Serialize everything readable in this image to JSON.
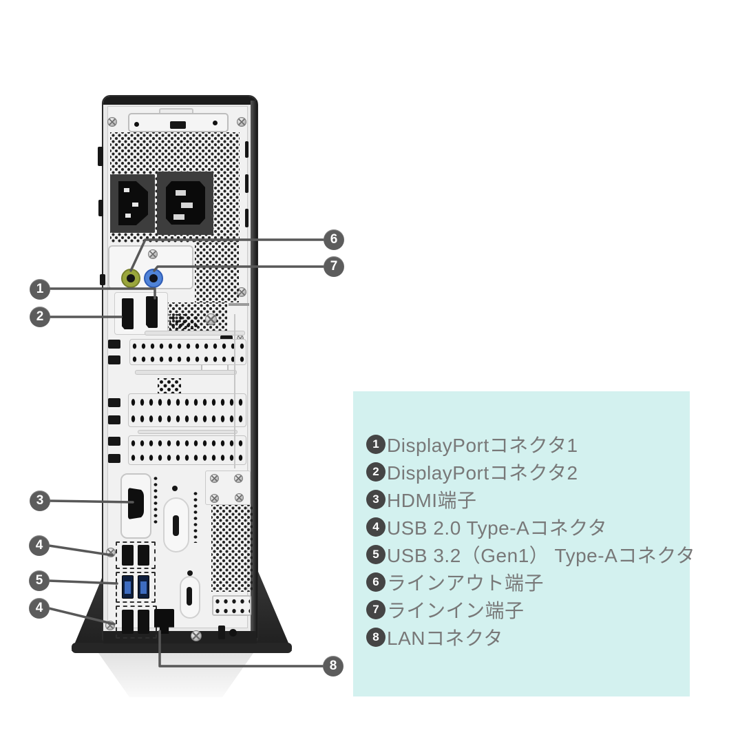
{
  "diagram": {
    "callouts": [
      {
        "num": "1"
      },
      {
        "num": "2"
      },
      {
        "num": "3"
      },
      {
        "num": "4"
      },
      {
        "num": "5"
      },
      {
        "num": "4"
      },
      {
        "num": "6"
      },
      {
        "num": "7"
      },
      {
        "num": "8"
      }
    ],
    "colors": {
      "callout_circle": "#5c5c5c",
      "leader_line": "#585858",
      "line_out_jack": "#9aa63c",
      "line_in_jack": "#4f83d8",
      "usb3_tongue": "#3e6cc0",
      "legend_bg": "#d3f1ef"
    }
  },
  "legend": {
    "items": [
      {
        "num": "1",
        "label": "DisplayPortコネクタ1"
      },
      {
        "num": "2",
        "label": "DisplayPortコネクタ2"
      },
      {
        "num": "3",
        "label": "HDMI端子"
      },
      {
        "num": "4",
        "label": "USB 2.0 Type-Aコネクタ"
      },
      {
        "num": "5",
        "label": "USB 3.2（Gen1） Type-Aコネクタ"
      },
      {
        "num": "6",
        "label": "ラインアウト端子"
      },
      {
        "num": "7",
        "label": "ラインイン端子"
      },
      {
        "num": "8",
        "label": "LANコネクタ"
      }
    ]
  }
}
